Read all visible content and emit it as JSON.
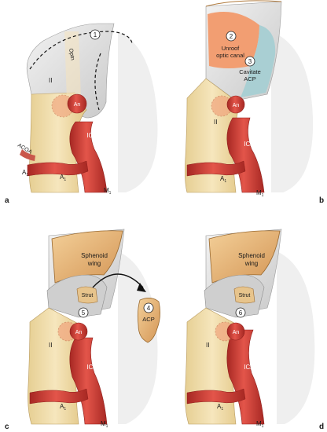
{
  "panels": {
    "a": {
      "letter": "a",
      "labels": {
        "optn": "Optn",
        "step_1": "1",
        "ii": "II",
        "an": "An",
        "ica": "ICA",
        "acoa": "ACOA",
        "a1": "A",
        "a1_sub": "1",
        "m1": "M",
        "m1_sub": "1"
      }
    },
    "b": {
      "letter": "b",
      "labels": {
        "step_2": "2",
        "unroof_1": "Unroof",
        "unroof_2": "optic canal",
        "step_3": "3",
        "cavitate_1": "Cavitate",
        "cavitate_2": "ACP",
        "ii": "II",
        "an": "An",
        "ica": "ICA",
        "a1": "A",
        "a1_sub": "1",
        "m1": "M",
        "m1_sub": "1"
      }
    },
    "c": {
      "letter": "c",
      "labels": {
        "sphenoid_1": "Sphenoid",
        "sphenoid_2": "wing",
        "strut": "Strut",
        "step_4": "4",
        "acp": "ACP",
        "step_5": "5",
        "ii": "II",
        "an": "An",
        "ica": "ICA",
        "a1": "A",
        "a1_sub": "1",
        "m1": "M",
        "m1_sub": "1"
      }
    },
    "d": {
      "letter": "d",
      "labels": {
        "sphenoid_1": "Sphenoid",
        "sphenoid_2": "wing",
        "strut": "Strut",
        "step_6": "6",
        "ii": "II",
        "an": "An",
        "ica": "ICA",
        "a1": "A",
        "a1_sub": "1",
        "m1": "M",
        "m1_sub": "1"
      }
    }
  },
  "colors": {
    "artery": "#d6423a",
    "artery_dark": "#a92a26",
    "nerve": "#f0dba4",
    "dura": "#dcdcdc",
    "bone": "#e9b777",
    "bone_dark": "#c98a45",
    "drill_area": "#f29a6c",
    "cavitate_area": "#a9cfd3"
  }
}
